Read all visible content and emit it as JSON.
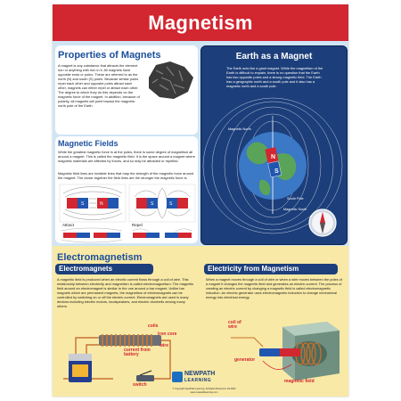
{
  "title": "Magnetism",
  "properties": {
    "heading": "Properties of Magnets",
    "text": "A magnet is any substance that attracts the element iron or anything with iron in it. All magnets have opposite ends or poles. These are referred to as the north (N) and south (S) poles. Because similar poles repel each other and opposite poles attract each other, magnets can either repel or attract each other. The degree to which they do this depends on the magnetic force of the magnet. In addition, because of polarity, all magnets will point toward the magnetic north pole of the Earth."
  },
  "earth": {
    "heading": "Earth as a Magnet",
    "text": "The Earth acts like a giant magnet. While the magnetism of the Earth is difficult to explain, there is no question that the Earth has two opposite poles and a strong magnetic field. The Earth has a geographic north and a south pole and it also has a magnetic north and a south pole.",
    "label_magnetic_north": "Magnetic North",
    "label_south_pole": "South Pole",
    "label_magnetic_south": "Magnetic South",
    "label_n": "N",
    "label_s": "S"
  },
  "fields": {
    "heading": "Magnetic Fields",
    "text1": "While the greatest magnetic force is at the poles, there is some degree of magnetism all around a magnet. This is called the magnetic field. It is the space around a magnet where magnetic materials are affected by forces, and so may be attracted or repelled.",
    "text2": "Magnetic field lines are invisible lines that map the strength of the magnetic force around the magnet. The closer together the field lines are the stronger the magnetic force is.",
    "attract": "Attract",
    "repel": "Repel",
    "n": "N",
    "s": "S"
  },
  "electromagnetism": {
    "heading": "Electromagnetism",
    "electromagnets": {
      "heading": "Electromagnets",
      "text": "A magnetic field is produced when an electric current flows through a coil of wire. This relationship between electricity and magnetism is called electromagnetism. The magnetic field around an electromagnet is similar to the one around a bar magnet. Unlike bar magnets which are permanent magnets, the magnetism of electromagnets can be controlled by switching on or off the electric current. Electromagnets are used in many devices including electric motors, loudspeakers, and electric doorbells among many others."
    },
    "from_magnetism": {
      "heading": "Electricity from Magnetism",
      "text": "When a magnet moves through a coil of wire or when a wire moves between the poles of a magnet it changes the magnetic field and generates an electric current. The process of creating an electric current by changing a magnetic field is called electromagnetic induction. An electric generator uses electromagnetic induction to change mechanical energy into electrical energy."
    },
    "labels": {
      "coils": "coils",
      "iron_core": "iron core",
      "wire": "wire",
      "current": "current from battery",
      "switch": "switch",
      "coil_of_wire": "coil of wire",
      "generator": "generator",
      "magnetic_field": "magnetic field"
    }
  },
  "footer": {
    "brand_top": "NEWPATH",
    "brand_bottom": "LEARNING",
    "copyright": "© Copyright NewPath Learning. All Rights Reserved. 94-4004",
    "url": "www.newpathlearning.com"
  },
  "colors": {
    "header_red": "#d22630",
    "navy": "#1c3e7a",
    "sky": "#cfe5f4",
    "cream": "#f8e9a6"
  }
}
